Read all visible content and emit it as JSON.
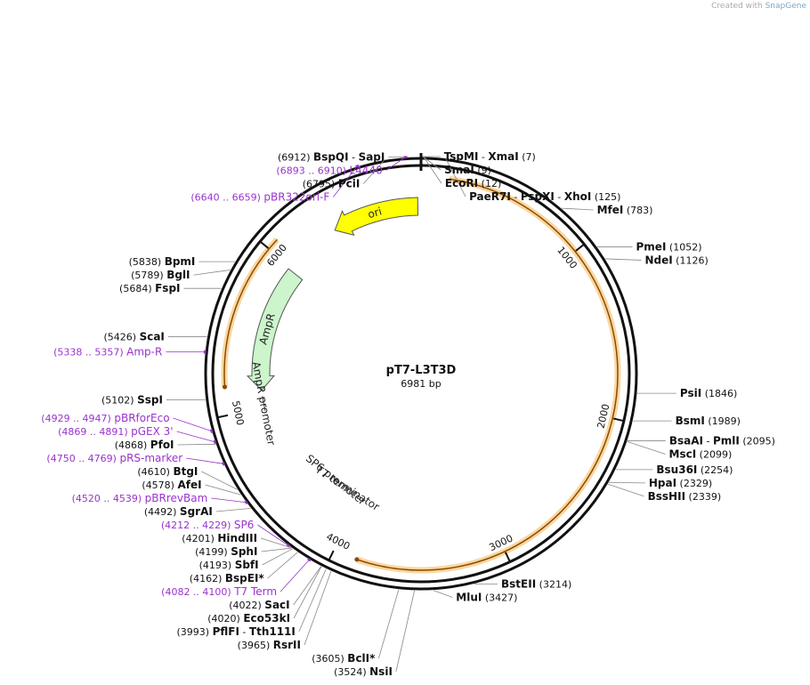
{
  "credit": {
    "prefix": "Created with",
    "brand": "SnapGene"
  },
  "plasmid": {
    "name": "pT7-L3T3D",
    "length": 6981,
    "length_label": "6981 bp"
  },
  "ticks": [
    {
      "pos": 1000,
      "label": "1000"
    },
    {
      "pos": 2000,
      "label": "2000"
    },
    {
      "pos": 3000,
      "label": "3000"
    },
    {
      "pos": 4000,
      "label": "4000"
    },
    {
      "pos": 5000,
      "label": "5000"
    },
    {
      "pos": 6000,
      "label": "6000"
    }
  ],
  "features": [
    {
      "name": "ori",
      "start": 6960,
      "end": 6380,
      "color": "#ffff00",
      "label": "ori"
    },
    {
      "name": "AmpR",
      "start": 5980,
      "end": 5120,
      "color": "#ccf5cc",
      "label": "AmpR"
    },
    {
      "name": "AmpR promoter",
      "start": 5080,
      "end": 4975,
      "color": "#ffffff",
      "label": "AmpR promoter"
    },
    {
      "name": "SP6 promoter",
      "start": 4265,
      "end": 4220,
      "color": "#ffffff",
      "label": "SP6 promoter"
    },
    {
      "name": "T7 terminator",
      "start": 4150,
      "end": 4100,
      "color": "#ffffff",
      "label": "T7 terminator"
    }
  ],
  "orfs": [
    {
      "start": 160,
      "end": 3860
    },
    {
      "start": 6070,
      "end": 5160
    }
  ],
  "sites": [
    {
      "name": "BspQI",
      "name2": "SapI",
      "pos": "6912",
      "side": "top"
    },
    {
      "name": "TspMI",
      "name2": "XmaI",
      "pos": "7",
      "side": "top"
    },
    {
      "name": "SmaI",
      "name2": "",
      "pos": "9",
      "side": "right"
    },
    {
      "name": "EcoRI",
      "name2": "",
      "pos": "12",
      "side": "right"
    },
    {
      "name": "PaeR7I",
      "name2": "PspXI",
      "name3": "XhoI",
      "pos": "125",
      "side": "right"
    },
    {
      "name": "PciI",
      "name2": "",
      "pos": "6795",
      "side": "left"
    },
    {
      "name": "MfeI",
      "name2": "",
      "pos": "783",
      "side": "right"
    },
    {
      "name": "PmeI",
      "name2": "",
      "pos": "1052",
      "side": "right"
    },
    {
      "name": "NdeI",
      "name2": "",
      "pos": "1126",
      "side": "right"
    },
    {
      "name": "PsiI",
      "name2": "",
      "pos": "1846",
      "side": "right"
    },
    {
      "name": "BsmI",
      "name2": "",
      "pos": "1989",
      "side": "right"
    },
    {
      "name": "BsaAI",
      "name2": "PmlI",
      "pos": "2095",
      "side": "right"
    },
    {
      "name": "MscI",
      "name2": "",
      "pos": "2099",
      "side": "right"
    },
    {
      "name": "Bsu36I",
      "name2": "",
      "pos": "2254",
      "side": "right"
    },
    {
      "name": "HpaI",
      "name2": "",
      "pos": "2329",
      "side": "right"
    },
    {
      "name": "BssHII",
      "name2": "",
      "pos": "2339",
      "side": "right"
    },
    {
      "name": "BstEII",
      "name2": "",
      "pos": "3214",
      "side": "right"
    },
    {
      "name": "MluI",
      "name2": "",
      "pos": "3427",
      "side": "right"
    },
    {
      "name": "NsiI",
      "name2": "",
      "pos": "3524",
      "side": "left"
    },
    {
      "name": "BclI*",
      "name2": "",
      "pos": "3605",
      "side": "left"
    },
    {
      "name": "RsrII",
      "name2": "",
      "pos": "3965",
      "side": "left"
    },
    {
      "name": "PflFI",
      "name2": "Tth111I",
      "pos": "3993",
      "side": "left"
    },
    {
      "name": "Eco53kI",
      "name2": "",
      "pos": "4020",
      "side": "left"
    },
    {
      "name": "SacI",
      "name2": "",
      "pos": "4022",
      "side": "left"
    },
    {
      "name": "BspEI*",
      "name2": "",
      "pos": "4162",
      "side": "left"
    },
    {
      "name": "SbfI",
      "name2": "",
      "pos": "4193",
      "side": "left"
    },
    {
      "name": "SphI",
      "name2": "",
      "pos": "4199",
      "side": "left"
    },
    {
      "name": "HindIII",
      "name2": "",
      "pos": "4201",
      "side": "left"
    },
    {
      "name": "SgrAI",
      "name2": "",
      "pos": "4492",
      "side": "left"
    },
    {
      "name": "AfeI",
      "name2": "",
      "pos": "4578",
      "side": "left"
    },
    {
      "name": "BtgI",
      "name2": "",
      "pos": "4610",
      "side": "left"
    },
    {
      "name": "PfoI",
      "name2": "",
      "pos": "4868",
      "side": "left"
    },
    {
      "name": "SspI",
      "name2": "",
      "pos": "5102",
      "side": "left"
    },
    {
      "name": "ScaI",
      "name2": "",
      "pos": "5426",
      "side": "left"
    },
    {
      "name": "FspI",
      "name2": "",
      "pos": "5684",
      "side": "left"
    },
    {
      "name": "BglI",
      "name2": "",
      "pos": "5789",
      "side": "left"
    },
    {
      "name": "BpmI",
      "name2": "",
      "pos": "5838",
      "side": "left"
    }
  ],
  "primers": [
    {
      "name": "L4440",
      "range": "(6893 .. 6910)",
      "mid": 6901
    },
    {
      "name": "pBR322ori-F",
      "range": "(6640 .. 6659)",
      "mid": 6650
    },
    {
      "name": "Amp-R",
      "range": "(5338 .. 5357)",
      "mid": 5347
    },
    {
      "name": "pBRforEco",
      "range": "(4929 .. 4947)",
      "mid": 4938
    },
    {
      "name": "pGEX 3'",
      "range": "(4869 .. 4891)",
      "mid": 4880
    },
    {
      "name": "pRS-marker",
      "range": "(4750 .. 4769)",
      "mid": 4760
    },
    {
      "name": "pBRrevBam",
      "range": "(4520 .. 4539)",
      "mid": 4530
    },
    {
      "name": "SP6",
      "range": "(4212 .. 4229)",
      "mid": 4220
    },
    {
      "name": "T7 Term",
      "range": "(4082 .. 4100)",
      "mid": 4091
    }
  ],
  "colors": {
    "backbone": "#111111",
    "orf_fill": "#fad7a0",
    "orf_line": "#8b4a00",
    "primer": "#9933cc",
    "leader": "#888888"
  }
}
